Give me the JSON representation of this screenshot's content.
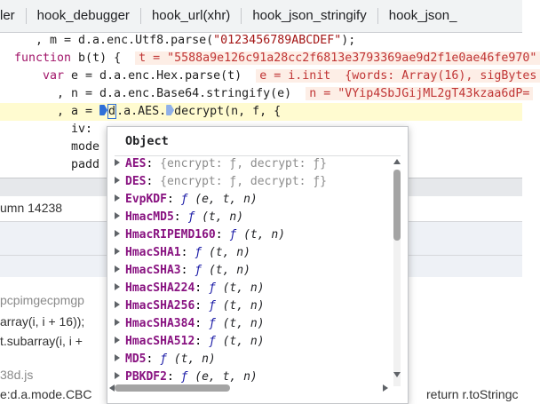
{
  "tabs": [
    "ler",
    "hook_debugger",
    "hook_url(xhr)",
    "hook_json_stringify",
    "hook_json_"
  ],
  "code": {
    "line1": {
      "pre": "  , m = d.a.enc.Utf8.parse(",
      "str": "\"0123456789ABCDEF\"",
      "post": ");"
    },
    "line2": {
      "kw": "function",
      "name": " b(t) {",
      "inline": "t = \"5588a9e126c91a28cc2f6813e3793369ae9d2f1e0ae46fe970\""
    },
    "line3": {
      "kw": "var",
      "pre": " e = d.a.enc.Hex.parse(t)",
      "inline": "e = i.init  {words: Array(16), sigBytes"
    },
    "line4": {
      "pre": "  , n = d.a.enc.Base64.stringify(e)",
      "inline": "n = \"VYip4SbJGijML2gT43kzaa6dP="
    },
    "line5": {
      "pre": "  , a = ",
      "mid1": "d",
      "mid2": ".a.AES.",
      "post": "decrypt(n, f, {"
    },
    "line6": "iv:",
    "line7": "mode",
    "line8": "padd"
  },
  "status_text": "umn 14238",
  "background_lines": {
    "l1": "pcpimgecpmgp",
    "l2": "array(i, i + 16));",
    "l3": "t.subarray(i, i +",
    "l4": "38d.js",
    "l5": "e:d.a.mode.CBC",
    "l6": "return r.toStringc"
  },
  "popup": {
    "title": "Object",
    "items": [
      {
        "name": "AES",
        "meta": "{encrypt: ƒ, decrypt: ƒ}"
      },
      {
        "name": "DES",
        "meta": "{encrypt: ƒ, decrypt: ƒ}"
      },
      {
        "name": "EvpKDF",
        "fn": "ƒ",
        "args": "(e, t, n)"
      },
      {
        "name": "HmacMD5",
        "fn": "ƒ",
        "args": "(t, n)"
      },
      {
        "name": "HmacRIPEMD160",
        "fn": "ƒ",
        "args": "(t, n)"
      },
      {
        "name": "HmacSHA1",
        "fn": "ƒ",
        "args": "(t, n)"
      },
      {
        "name": "HmacSHA3",
        "fn": "ƒ",
        "args": "(t, n)"
      },
      {
        "name": "HmacSHA224",
        "fn": "ƒ",
        "args": "(t, n)"
      },
      {
        "name": "HmacSHA256",
        "fn": "ƒ",
        "args": "(t, n)"
      },
      {
        "name": "HmacSHA384",
        "fn": "ƒ",
        "args": "(t, n)"
      },
      {
        "name": "HmacSHA512",
        "fn": "ƒ",
        "args": "(t, n)"
      },
      {
        "name": "MD5",
        "fn": "ƒ",
        "args": "(t, n)"
      },
      {
        "name": "PBKDF2",
        "fn": "ƒ",
        "args": "(e, t, n)"
      }
    ]
  }
}
